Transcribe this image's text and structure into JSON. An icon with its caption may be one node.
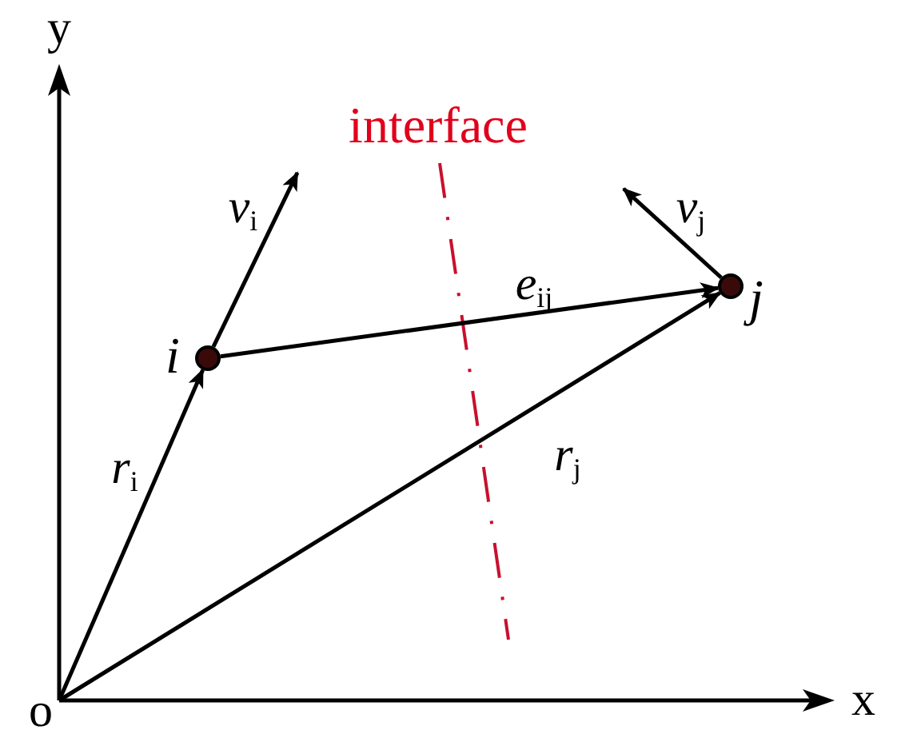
{
  "diagram": {
    "nodes": [
      {
        "text": [
          "o"
        ]
      },
      {
        "text": [],
        "shape": "circle",
        "beside": [
          "i"
        ]
      },
      {
        "text": [],
        "shape": "circle",
        "beside": [
          "j"
        ]
      }
    ],
    "edges": [
      {
        "from": 0,
        "to": 1,
        "arrow": "to",
        "label": "*r*$_{i}$"
      },
      {
        "from": 0,
        "to": 2,
        "arrow": "to",
        "label": "*r*$_{j}$"
      },
      {
        "from": 1,
        "to": 2,
        "arrow": "to",
        "label": "*e*$_{ij}$"
      },
      {
        "from": 1,
        "to": null,
        "arrow": "to",
        "label": "*v*$_{i}$"
      },
      {
        "from": 2,
        "to": null,
        "arrow": "to",
        "label": "*v*$_{j}$"
      }
    ],
    "labels": [
      "y",
      "interface",
      "x"
    ]
  }
}
